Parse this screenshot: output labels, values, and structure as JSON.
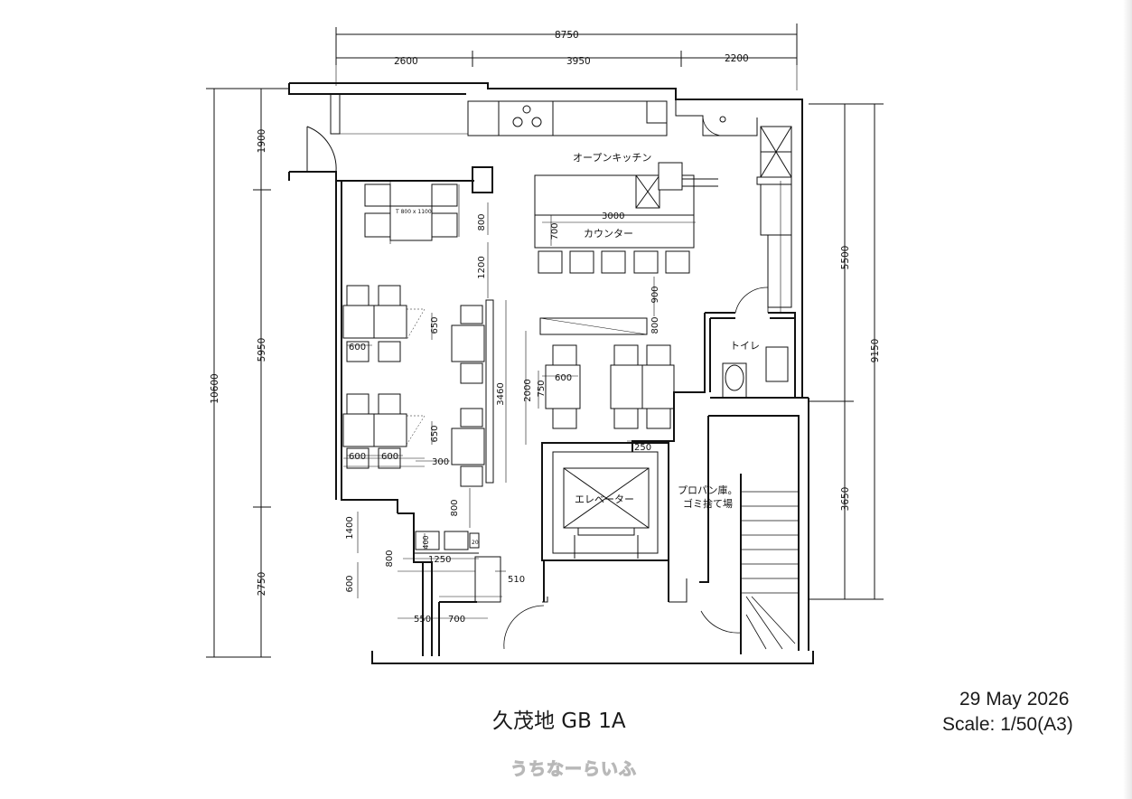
{
  "dims": {
    "top_total": "8750",
    "top_a": "2600",
    "top_b": "3950",
    "top_c": "2200",
    "left_total": "10600",
    "left_a": "1900",
    "left_b": "5950",
    "left_c": "2750",
    "right_total": "9150",
    "right_a": "5500",
    "right_b": "3650"
  },
  "rooms": {
    "kitchen": "オープンキッチン",
    "counter": "カウンター",
    "toilet": "トイレ",
    "elevator": "エレベーター",
    "storage_line1": "プロパン庫。",
    "storage_line2": "ゴミ捨て場"
  },
  "notes": {
    "table_spec": "T 800 x 1100",
    "d_800a": "800",
    "d_700": "700",
    "d_3000": "3000",
    "d_1200": "1200",
    "d_900": "900",
    "d_800b": "800",
    "d_650a": "650",
    "d_600a": "600",
    "d_650b": "650",
    "d_600b": "600",
    "d_600c": "600",
    "d_300": "300",
    "d_3460": "3460",
    "d_2000": "2000",
    "d_750": "750",
    "d_600d": "600",
    "d_250": "250",
    "d_800c": "800",
    "d_1400": "1400",
    "d_400": "400",
    "d_20": "20",
    "d_800d": "800",
    "d_1250": "1250",
    "d_510": "510",
    "d_600e": "600",
    "d_550": "550",
    "d_700b": "700"
  },
  "footer": {
    "title": "久茂地 GB 1A",
    "date": "29 May 2026",
    "scale": "Scale: 1/50(A3)",
    "watermark": "うちなーらいふ"
  }
}
